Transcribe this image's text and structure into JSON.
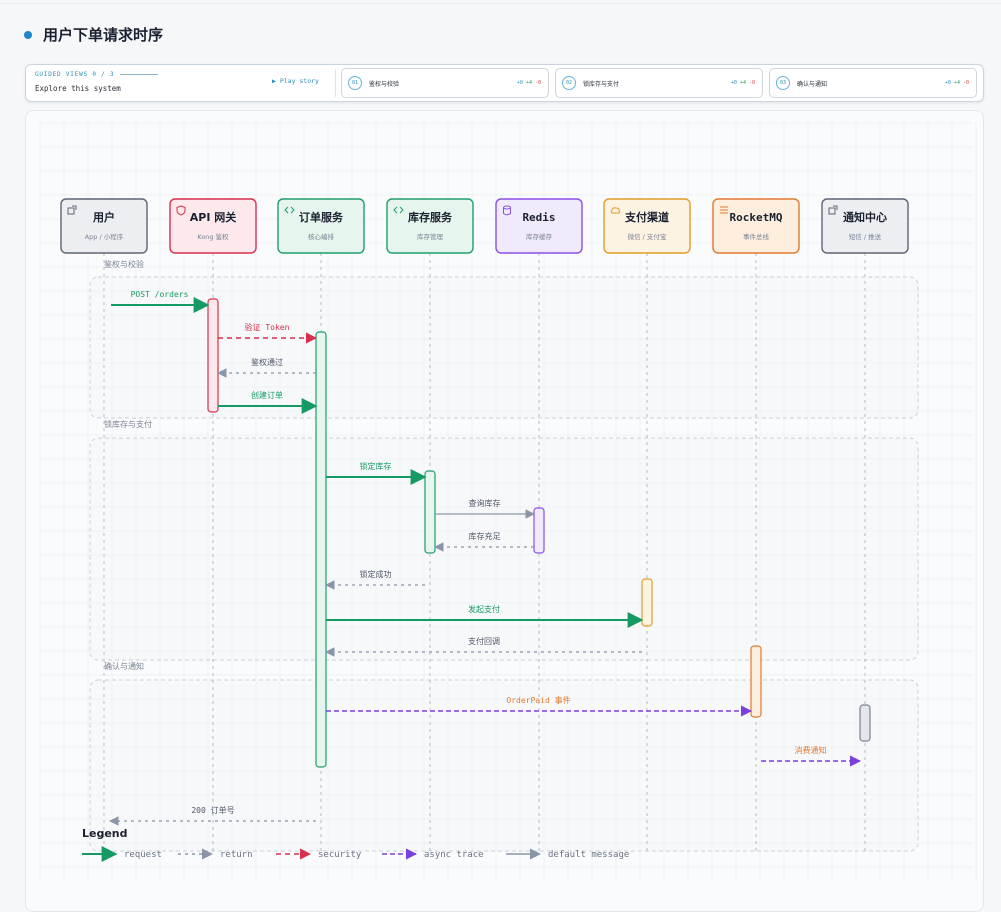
{
  "header": {
    "title": "用户下单请求时序"
  },
  "guide": {
    "label": "GUIDED VIEWS 0 / 3",
    "subtitle": "Explore this system",
    "play": "▶ Play story",
    "steps": [
      {
        "num": "01",
        "label": "鉴权与校验",
        "stats": [
          "+0",
          "+4",
          "-0"
        ]
      },
      {
        "num": "02",
        "label": "锁库存与支付",
        "stats": [
          "+0",
          "+4",
          "-0"
        ]
      },
      {
        "num": "03",
        "label": "确认与通知",
        "stats": [
          "+0",
          "+4",
          "-0"
        ]
      }
    ]
  },
  "colors": {
    "request": "#159a63",
    "return": "#8a96a8",
    "security": "#d6304c",
    "async": "#7b3fe0",
    "default": "#8a96a8"
  },
  "participants": [
    {
      "id": "user",
      "icon": "external-link-icon",
      "title": "用户",
      "sub": "App / 小程序",
      "stroke": "#5d6676",
      "fill": "#eceef2",
      "mono": false
    },
    {
      "id": "gateway",
      "icon": "shield-icon",
      "title": "API 网关",
      "sub": "Kong 鉴权",
      "stroke": "#d6304c",
      "fill": "#fde8ec",
      "mono": false
    },
    {
      "id": "order",
      "icon": "code-icon",
      "title": "订单服务",
      "sub": "核心编排",
      "stroke": "#1f9e6c",
      "fill": "#e6f6ef",
      "mono": false
    },
    {
      "id": "stock",
      "icon": "code-icon",
      "title": "库存服务",
      "sub": "库存管理",
      "stroke": "#1f9e6c",
      "fill": "#e6f6ef",
      "mono": false
    },
    {
      "id": "redis",
      "icon": "database-icon",
      "title": "Redis",
      "sub": "库存缓存",
      "stroke": "#8a4fe8",
      "fill": "#f1eafd",
      "mono": true
    },
    {
      "id": "pay",
      "icon": "cloud-icon",
      "title": "支付渠道",
      "sub": "微信 / 支付宝",
      "stroke": "#e59b2a",
      "fill": "#fdf3e2",
      "mono": false
    },
    {
      "id": "mq",
      "icon": "queue-icon",
      "title": "RocketMQ",
      "sub": "事件总线",
      "stroke": "#e27a2e",
      "fill": "#fdeede",
      "mono": true
    },
    {
      "id": "notify",
      "icon": "external-link-icon",
      "title": "通知中心",
      "sub": "短信 / 推送",
      "stroke": "#5d6676",
      "fill": "#eceef2",
      "mono": false
    }
  ],
  "groups": [
    {
      "label": "鉴权与校验"
    },
    {
      "label": "锁库存与支付"
    },
    {
      "label": "确认与通知"
    }
  ],
  "activations": [
    {
      "p": 1,
      "from": 0,
      "to": 3,
      "stroke": "#d6304c",
      "fill": "#fde8ec"
    },
    {
      "p": 2,
      "from": 1,
      "to": 11,
      "stroke": "#1f9e6c",
      "fill": "#e6f6ef"
    },
    {
      "p": 3,
      "from": 4,
      "to": 6,
      "stroke": "#1f9e6c",
      "fill": "#e6f6ef"
    },
    {
      "p": 4,
      "from": 5,
      "to": 6,
      "stroke": "#8a4fe8",
      "fill": "#f1eafd"
    },
    {
      "p": 5,
      "from": 7,
      "to": 8,
      "stroke": "#e59b2a",
      "fill": "#fdf3e2"
    },
    {
      "p": 6,
      "from": 9,
      "to": 10,
      "stroke": "#e27a2e",
      "fill": "#fdeede"
    },
    {
      "p": 7,
      "from": 10,
      "to": 10,
      "stroke": "#7b8494",
      "fill": "#e3e6eb"
    }
  ],
  "messages": [
    {
      "label": "POST /orders",
      "from": 0,
      "to": 1,
      "kind": "request",
      "mono": true
    },
    {
      "label": "验证 Token",
      "from": 1,
      "to": 2,
      "kind": "security",
      "mono": true
    },
    {
      "label": "鉴权通过",
      "from": 2,
      "to": 1,
      "kind": "return"
    },
    {
      "label": "创建订单",
      "from": 1,
      "to": 2,
      "kind": "request"
    },
    {
      "label": "锁定库存",
      "from": 2,
      "to": 3,
      "kind": "request"
    },
    {
      "label": "查询库存",
      "from": 3,
      "to": 4,
      "kind": "default"
    },
    {
      "label": "库存充足",
      "from": 4,
      "to": 3,
      "kind": "return"
    },
    {
      "label": "锁定成功",
      "from": 3,
      "to": 2,
      "kind": "return"
    },
    {
      "label": "发起支付",
      "from": 2,
      "to": 5,
      "kind": "request"
    },
    {
      "label": "支付回调",
      "from": 5,
      "to": 2,
      "kind": "return"
    },
    {
      "label": "OrderPaid 事件",
      "from": 2,
      "to": 6,
      "kind": "async",
      "mono": true,
      "labelColor": "#e27a2e"
    },
    {
      "label": "消费通知",
      "from": 6,
      "to": 7,
      "kind": "async",
      "labelColor": "#e27a2e"
    },
    {
      "label": "200 订单号",
      "from": 2,
      "to": 0,
      "kind": "return",
      "mono": true
    }
  ],
  "legend": {
    "title": "Legend",
    "items": [
      {
        "kind": "request",
        "label": "request"
      },
      {
        "kind": "return",
        "label": "return"
      },
      {
        "kind": "security",
        "label": "security"
      },
      {
        "kind": "async",
        "label": "async trace"
      },
      {
        "kind": "default",
        "label": "default message"
      }
    ]
  }
}
